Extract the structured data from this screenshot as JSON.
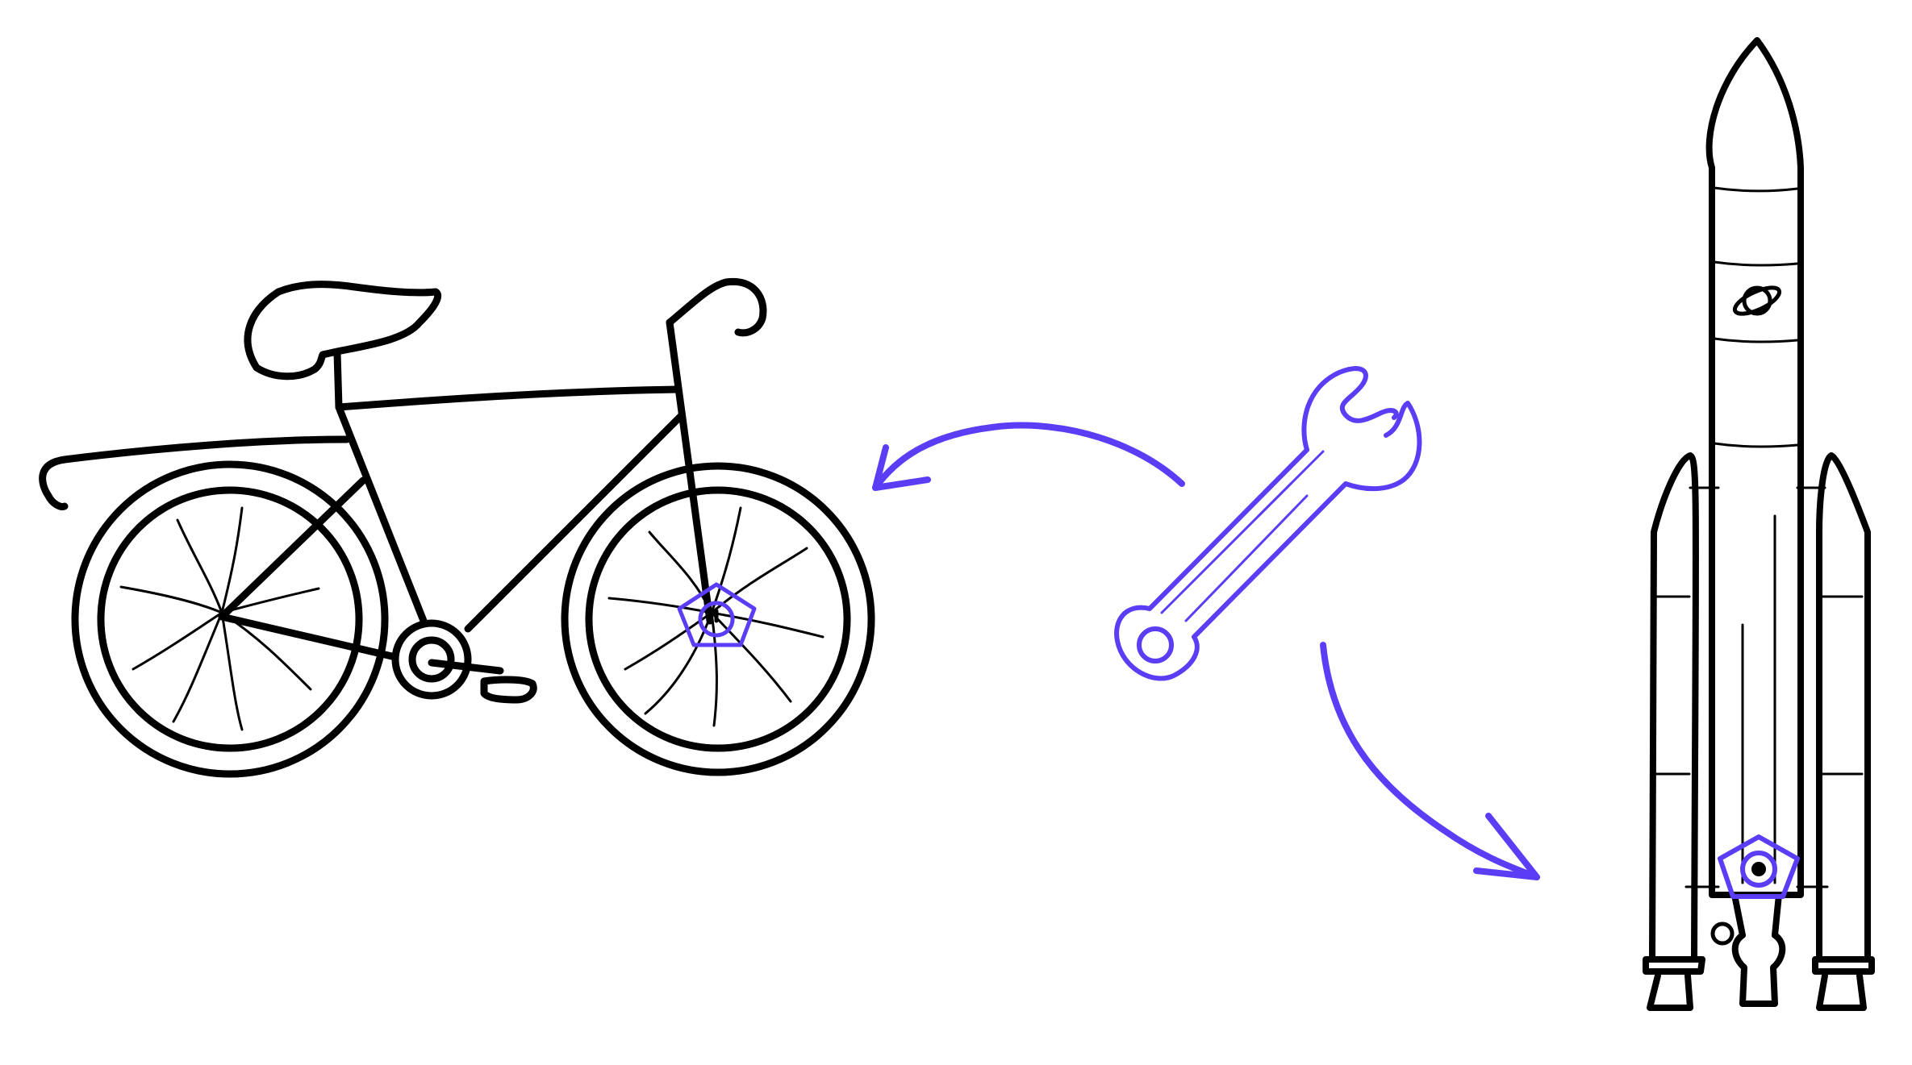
{
  "colors": {
    "ink": "#000000",
    "accent": "#5b3df5",
    "background": "#ffffff"
  },
  "figure": {
    "bicycle": {
      "icon": "bicycle-icon",
      "hub_badge_icon": "pentagon-hub-icon"
    },
    "wrench": {
      "icon": "wrench-icon"
    },
    "rocket": {
      "icon": "rocket-icon",
      "engine_badge_icon": "pentagon-hub-icon",
      "emblem_icon": "planet-ring-icon"
    },
    "arrows": [
      {
        "icon": "curved-arrow-icon",
        "from": "wrench",
        "to": "bicycle"
      },
      {
        "icon": "curved-arrow-icon",
        "from": "wrench",
        "to": "rocket"
      }
    ]
  }
}
